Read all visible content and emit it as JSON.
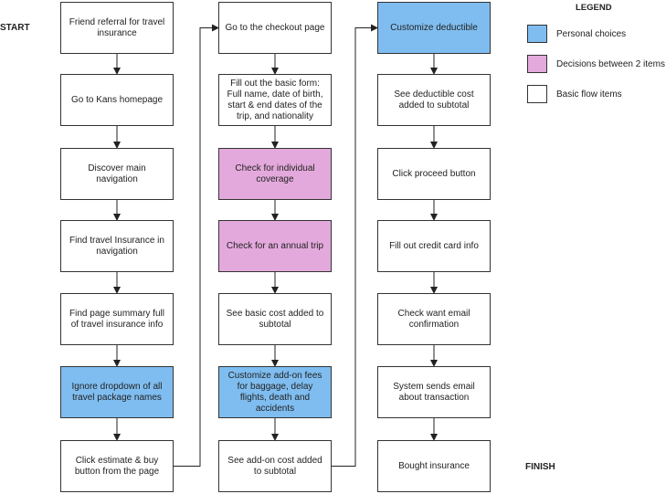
{
  "start_label": "START",
  "finish_label": "FINISH",
  "legend": {
    "title": "LEGEND",
    "items": [
      {
        "label": "Personal choices",
        "color": "#7fbdf0"
      },
      {
        "label": "Decisions between 2 items",
        "color": "#e4a9dc"
      },
      {
        "label": "Basic flow items",
        "color": "#ffffff"
      }
    ]
  },
  "columns": [
    {
      "steps": [
        {
          "text": "Friend referral for travel insurance",
          "kind": "basic"
        },
        {
          "text": "Go to Kans homepage",
          "kind": "basic"
        },
        {
          "text": "Discover main navigation",
          "kind": "basic"
        },
        {
          "text": "Find travel Insurance in navigation",
          "kind": "basic"
        },
        {
          "text": "Find page summary full of travel insurance info",
          "kind": "basic"
        },
        {
          "text": "Ignore dropdown of all travel package names",
          "kind": "personal"
        },
        {
          "text": "Click estimate & buy button from the page",
          "kind": "basic"
        }
      ]
    },
    {
      "steps": [
        {
          "text": "Go to the checkout page",
          "kind": "basic"
        },
        {
          "text": "Fill out the basic form: Full name, date of birth, start & end dates of the trip, and nationality",
          "kind": "basic"
        },
        {
          "text": "Check for individual coverage",
          "kind": "decision"
        },
        {
          "text": "Check for an annual trip",
          "kind": "decision"
        },
        {
          "text": "See basic cost added to subtotal",
          "kind": "basic"
        },
        {
          "text": "Customize add-on fees for baggage, delay flights, death and accidents",
          "kind": "personal"
        },
        {
          "text": "See add-on cost added to subtotal",
          "kind": "basic"
        }
      ]
    },
    {
      "steps": [
        {
          "text": "Customize deductible",
          "kind": "personal"
        },
        {
          "text": "See deductible cost added to subtotal",
          "kind": "basic"
        },
        {
          "text": "Click proceed button",
          "kind": "basic"
        },
        {
          "text": "Fill out credit card info",
          "kind": "basic"
        },
        {
          "text": "Check want email confirmation",
          "kind": "basic"
        },
        {
          "text": "System sends email about transaction",
          "kind": "basic"
        },
        {
          "text": "Bought insurance",
          "kind": "basic"
        }
      ]
    }
  ]
}
